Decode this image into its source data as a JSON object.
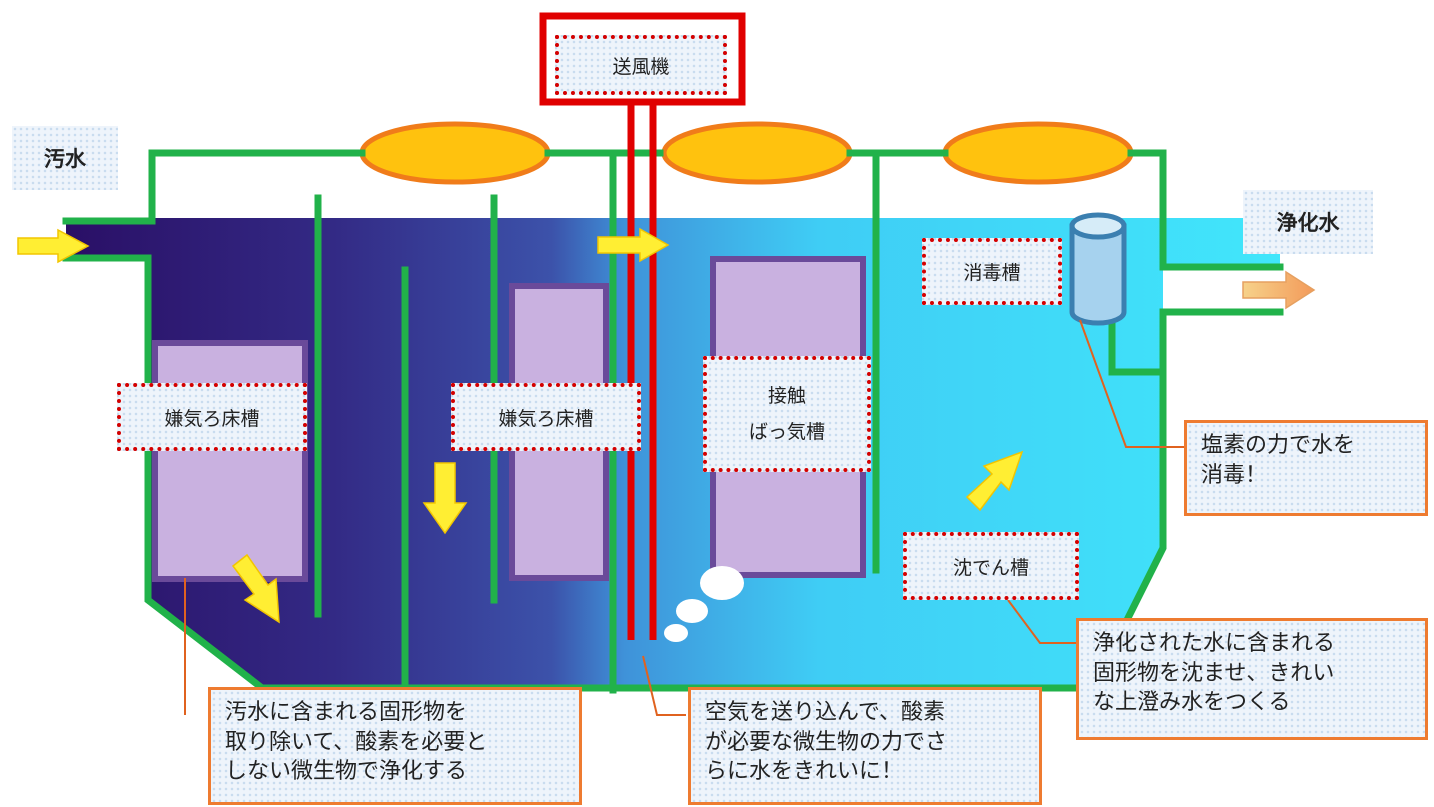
{
  "labels": {
    "inlet": "汚水",
    "outlet": "浄化水",
    "blower": "送風機",
    "tank1": "嫌気ろ床槽",
    "tank2": "嫌気ろ床槽",
    "tank3_line1": "接触",
    "tank3_line2": "ばっ気槽",
    "disinfection": "消毒槽",
    "sedimentation": "沈でん槽"
  },
  "notes": {
    "anaerobic": [
      "汚水に含まれる固形物を",
      "取り除いて、酸素を必要と",
      "しない微生物で浄化する"
    ],
    "aeration": [
      "空気を送り込んで、酸素",
      "が必要な微生物の力でさ",
      "らに水をきれいに！"
    ],
    "sedimentation": [
      "浄化された水に含まれる",
      "固形物を沈ませ、きれい",
      "な上澄み水をつくる"
    ],
    "chlorine": [
      "塩素の力で水を",
      "消毒！"
    ]
  },
  "colors": {
    "pipe": "#21b24a",
    "blower_pipe": "#e00000",
    "lid_fill": "#ffc20e",
    "lid_stroke": "#f07c1a",
    "water_dark": "#2a0f66",
    "water_light": "#3fe3fb",
    "media": "#c9b1e0",
    "arrow": "#ffee33"
  }
}
